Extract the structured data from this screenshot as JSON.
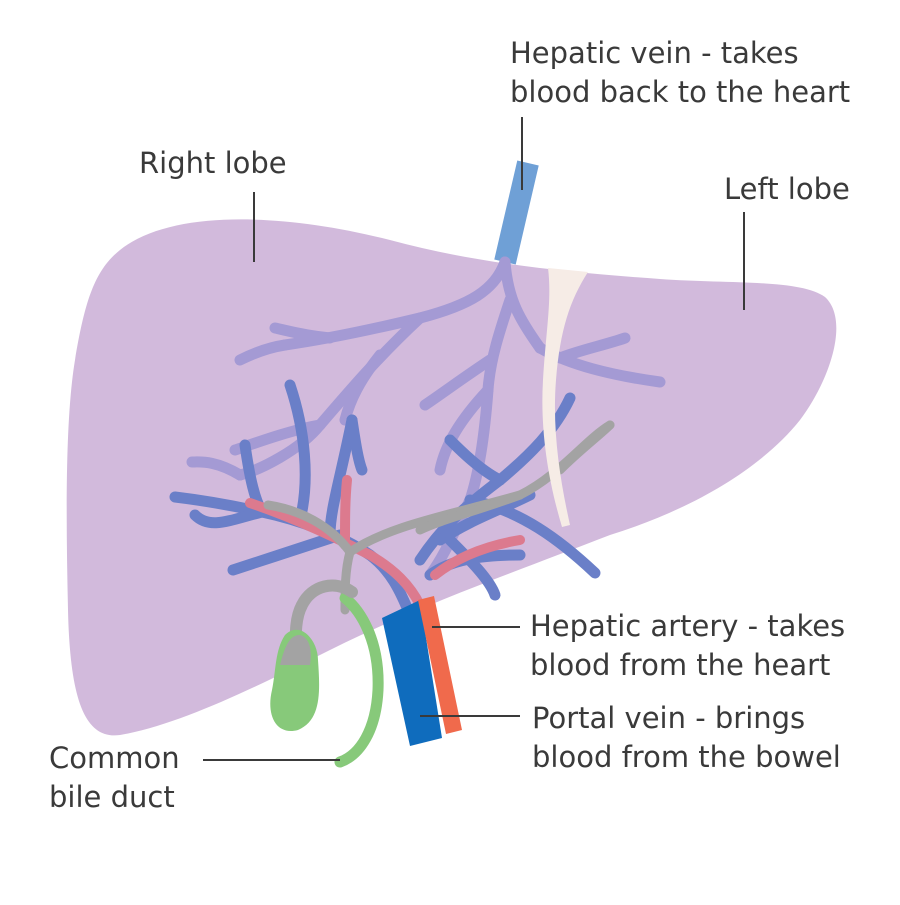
{
  "labels": {
    "hepatic_vein": [
      "Hepatic vein - takes",
      "blood back to the heart"
    ],
    "right_lobe": [
      "Right lobe"
    ],
    "left_lobe": [
      "Left lobe"
    ],
    "hepatic_artery": [
      "Hepatic artery - takes",
      "blood from the heart"
    ],
    "portal_vein": [
      "Portal vein - brings",
      "blood from the bowel"
    ],
    "common_bile_duct": [
      "Common",
      "bile duct"
    ]
  },
  "colors": {
    "liver": "#cdb3d8",
    "hepatic_vein": "#6fa0d6",
    "hepatic_vein_branches": "#a49ad4",
    "portal_vein": "#0f6cbd",
    "portal_vein_branches": "#6a7fc8",
    "hepatic_artery": "#f06a4c",
    "bile_duct": "#a3a3a3",
    "gallbladder": "#87c97a",
    "ligament": "#f6ece6",
    "label_text": "#3a3a3a",
    "leader_line": "#3a3a3a"
  }
}
